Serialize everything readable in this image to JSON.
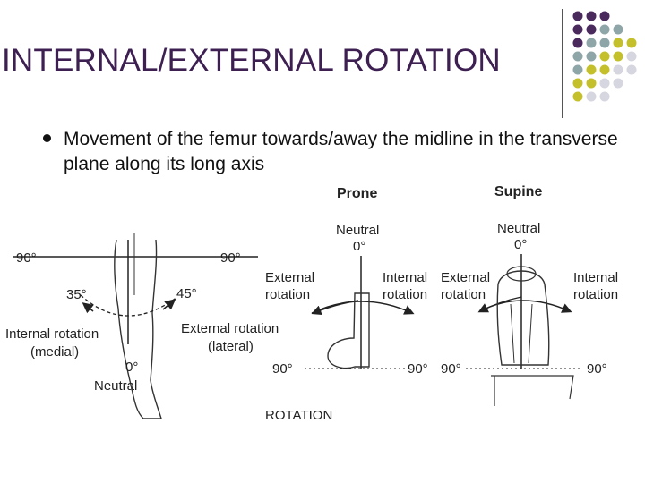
{
  "slide": {
    "title": "INTERNAL/EXTERNAL ROTATION",
    "bullet": "Movement of the femur towards/away the midline in the transverse plane along its long axis",
    "accent_colors": [
      "#4a2a5c",
      "#8fa6a8",
      "#c4c02c",
      "#d6d6e0"
    ],
    "bullet_icon": "filled-circle"
  },
  "figure": {
    "left": {
      "top_left_angle": "90°",
      "top_right_angle": "90°",
      "left_angle": "35°",
      "right_angle": "45°",
      "internal_line1": "Internal rotation",
      "internal_line2": "(medial)",
      "external_line1": "External rotation",
      "external_line2": "(lateral)",
      "zero": "0°",
      "neutral": "Neutral"
    },
    "prone": {
      "heading": "Prone",
      "neutral": "Neutral",
      "zero": "0°",
      "ext_line1": "External",
      "ext_line2": "rotation",
      "int_line1": "Internal",
      "int_line2": "rotation",
      "left_angle": "90°",
      "right_angle": "90°",
      "caption": "ROTATION"
    },
    "supine": {
      "heading": "Supine",
      "neutral": "Neutral",
      "zero": "0°",
      "ext_line1": "External",
      "ext_line2": "rotation",
      "int_line1": "Internal",
      "int_line2": "rotation",
      "left_angle": "90°",
      "right_angle": "90°"
    }
  }
}
